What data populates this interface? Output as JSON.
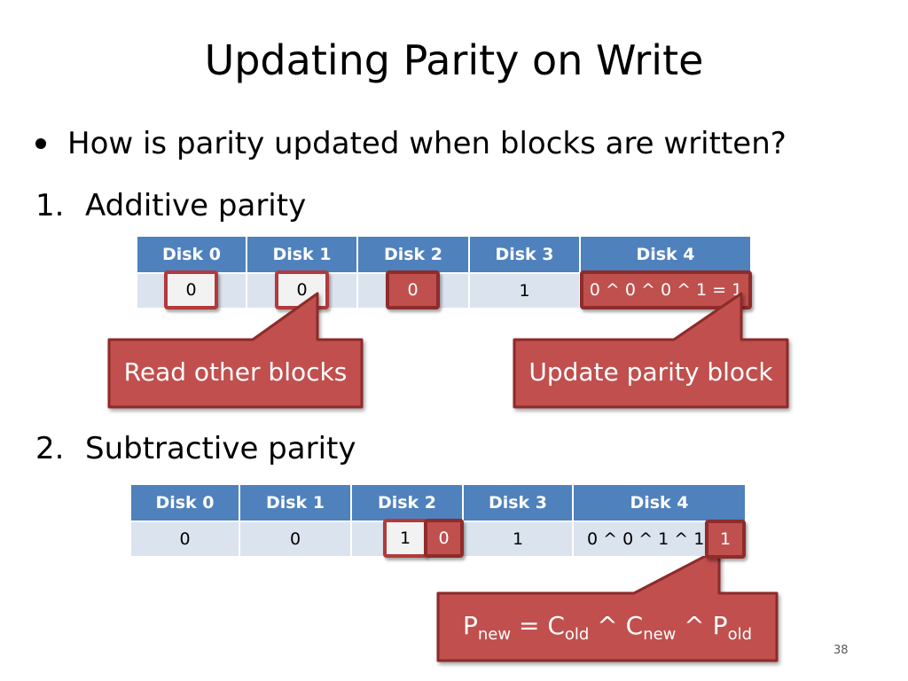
{
  "title": "Updating Parity on Write",
  "bullet": "How is parity updated when blocks are written?",
  "item1": {
    "number": "1.",
    "label": "Additive parity"
  },
  "item2": {
    "number": "2.",
    "label": "Subtractive parity"
  },
  "table1": {
    "headers": [
      "Disk 0",
      "Disk 1",
      "Disk 2",
      "Disk 3",
      "Disk 4"
    ],
    "values": [
      "0",
      "0",
      "0",
      "1",
      "0 ^ 0 ^ 0 ^ 1 = 1"
    ]
  },
  "table2": {
    "headers": [
      "Disk 0",
      "Disk 1",
      "Disk 2",
      "Disk 3",
      "Disk 4"
    ],
    "values": [
      "0",
      "0",
      "",
      "1",
      "0 ^ 0 ^ 1 ^ 1"
    ],
    "disk2_old": "1",
    "disk2_new": "0",
    "parity_new": "1"
  },
  "callouts": {
    "read_other": "Read other blocks",
    "update_parity": "Update parity block",
    "formula": {
      "p": "P",
      "p_sub": "new",
      "eq": " = ",
      "c1": "C",
      "c1_sub": "old",
      "xor1": " ^ ",
      "c2": "C",
      "c2_sub": "new",
      "xor2": " ^ ",
      "p2": "P",
      "p2_sub": "old"
    }
  },
  "colors": {
    "header": "#4f81bd",
    "cell": "#dbe3ef",
    "callout": "#c0504d",
    "callout_border": "#8e2c2a"
  },
  "page_number": "38"
}
